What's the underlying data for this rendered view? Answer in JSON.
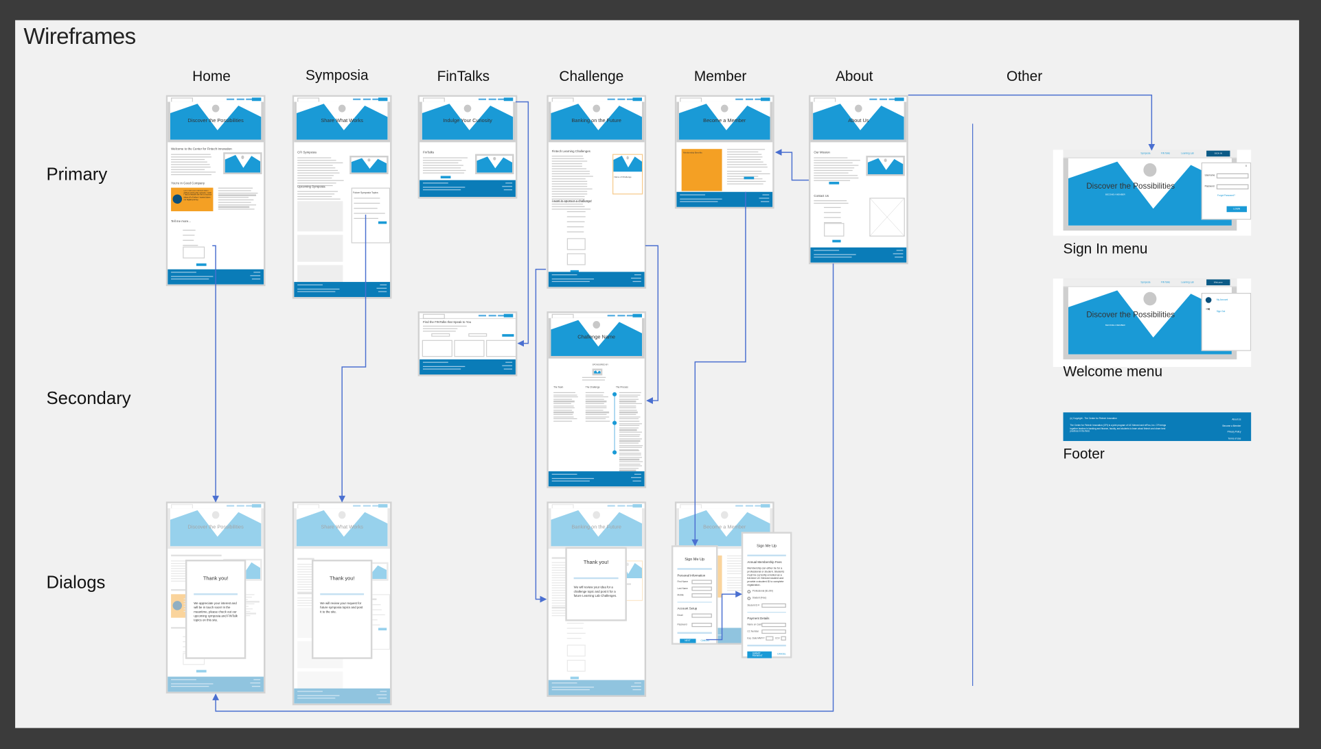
{
  "title": "Wireframes",
  "columns": [
    "Home",
    "Symposia",
    "FinTalks",
    "Challenge",
    "Member",
    "About",
    "Other"
  ],
  "rows": [
    "Primary",
    "Secondary",
    "Dialogs"
  ],
  "colors": {
    "accent_blue": "#1a9ad6",
    "footer_blue": "#0a7cb8",
    "highlight_orange": "#f4a024",
    "connector": "#4a6fd0",
    "canvas": "#f1f1f1",
    "border": "#3b3b3b"
  },
  "nav": {
    "links": [
      "Symposia",
      "FIN Talks",
      "Learning Lab"
    ],
    "signin": "SIGN IN",
    "welcome": "Welcome"
  },
  "frames": {
    "home": {
      "hero": "Discover the Possibilities",
      "h1": "Welcome to the Center for Fintech Innovation",
      "h2": "You're in Good Company",
      "quote": "Don't start your transformation without joining this network. I wish I had a network like this to bounce ideas off of before I started down our digital journey.",
      "h3": "Tell me more..."
    },
    "symposia": {
      "hero": "Share What Works",
      "h1": "CFI Symposia",
      "h2": "Upcoming Symposia",
      "side": "Future Symposia Topics"
    },
    "fintalks": {
      "hero": "Indulge Your Curiosity",
      "h1": "FinTalks"
    },
    "fintalks_secondary": {
      "h1": "Find the FINTalks that Speak to You"
    },
    "challenge": {
      "hero": "Banking on the Future",
      "h1": "Fintech Learning Challenges",
      "card": "Name of Challenge",
      "h2": "I want to sponsor a challenge!"
    },
    "challenge_secondary": {
      "hero": "Challenge Name",
      "sponsored": "SPONSORED BY",
      "cols": [
        "The Team",
        "The Challenge",
        "The Process"
      ]
    },
    "member": {
      "hero": "Become a Member",
      "box": "Membership Benefits"
    },
    "about": {
      "hero": "About Us",
      "h1": "Our Mission",
      "h2": "Contact Us"
    }
  },
  "dialogs": {
    "home": {
      "title": "Thank you!",
      "message": "We appreciate your interest and will be in touch soon! In the meantime, please check out our upcoming symposia and FINTalk topics on this site."
    },
    "symposia": {
      "title": "Thank you!",
      "message": "We will review your request for future symposia topics and post it to the site."
    },
    "challenge": {
      "title": "Thank you!",
      "message": "We will review your idea for a challenge topic and post it for a future Learning Lab Challenges."
    },
    "signup1": {
      "title": "Sign Me Up",
      "section1": "Personal Information",
      "fields1": [
        "First Name",
        "Last Name",
        "Mobile"
      ],
      "section2": "Account Setup",
      "fields2": [
        "Email",
        "Password"
      ],
      "next": "NEXT",
      "cancel": "CANCEL"
    },
    "signup2": {
      "title": "Sign Me Up",
      "section1": "Annual Membership Fees",
      "text": "Membership can either be for a professional or student. Students must be currently enrolled as a full-time UC Merced student and provide a student ID to complete registration.",
      "options": [
        "Professional ($1,000)",
        "Student (Free)"
      ],
      "student_id": "Student ID #",
      "section2": "Payment Details",
      "fields": [
        "Name on Card",
        "CC Number",
        "Exp. Date MM/YY",
        "CCV"
      ],
      "submit": "SUBMIT PAYMENT",
      "cancel": "CANCEL"
    }
  },
  "other": {
    "signin": {
      "label": "Sign In menu",
      "hero": "Discover the Possibilities",
      "username": "Username",
      "password": "Password",
      "forgot": "Forgot Password?",
      "login": "LOGIN",
      "close": "X",
      "cta": "BECOME A MEMBER"
    },
    "welcome": {
      "label": "Welcome menu",
      "hero": "Discover the Possibilities",
      "account": "My Account",
      "signout": "Sign Out",
      "cta": "BECOME A MEMBER"
    },
    "footer": {
      "label": "Footer",
      "copyright": "(c) Copyright - The Center for Fintech Innovation",
      "about": "The Center for Fintech Innovation (CFI) is a joint program of UC Merced and mFino, Inc. CFI brings together leaders in banking and finance, faculty, and students to learn about fintech and share best practices in the field.",
      "links": [
        "About Us",
        "Become a Member",
        "Privacy Policy",
        "Terms of Use"
      ]
    }
  }
}
